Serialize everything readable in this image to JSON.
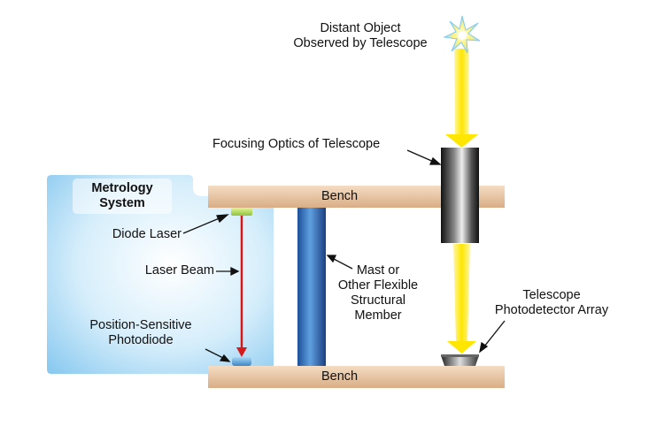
{
  "labels": {
    "distant_object": [
      "Distant Object",
      "Observed by Telescope"
    ],
    "focusing_optics": "Focusing Optics of Telescope",
    "metrology_system": [
      "Metrology",
      "System"
    ],
    "bench_top": "Bench",
    "bench_bottom": "Bench",
    "diode_laser": "Diode Laser",
    "laser_beam": "Laser Beam",
    "photodiode": [
      "Position-Sensitive",
      "Photodiode"
    ],
    "mast": [
      "Mast or",
      "Other Flexible",
      "Structural",
      "Member"
    ],
    "photodetector_array": [
      "Telescope",
      "Photodetector Array"
    ]
  },
  "colors": {
    "bench": "#ecc9a8",
    "metrology_box": "#bfe3f8",
    "mast": "#3d7dc4",
    "laser_beam": "#d41a1a",
    "diode_laser": "#b7dc55",
    "photodiode": "#5aa6d8",
    "light_beam": "#ffe600"
  }
}
